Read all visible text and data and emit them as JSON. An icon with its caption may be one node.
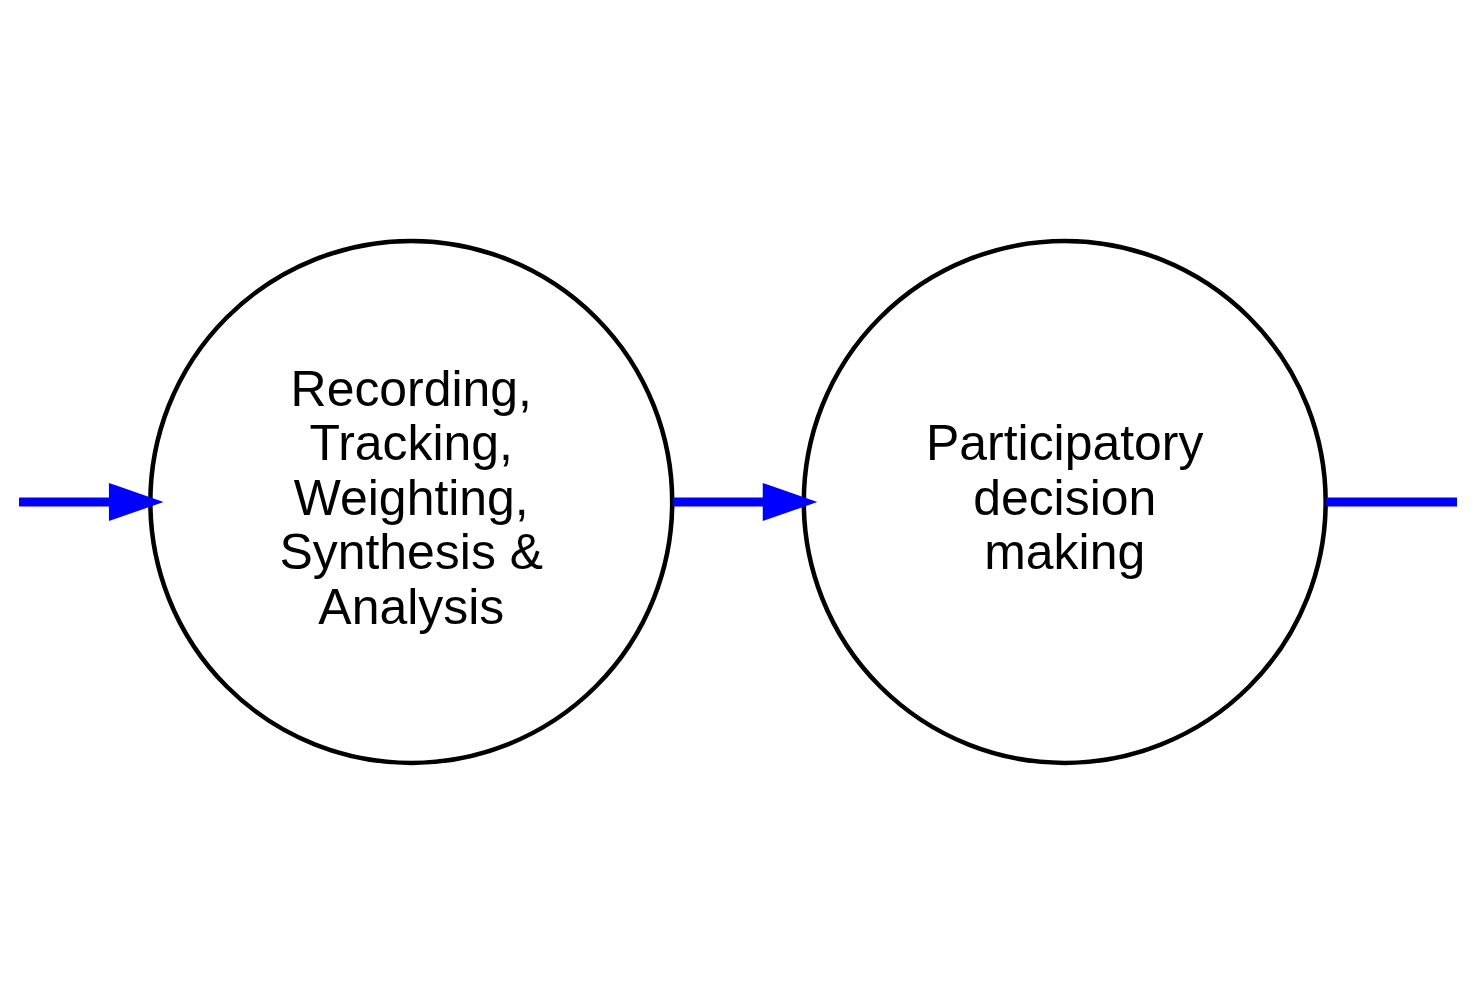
{
  "diagram": {
    "nodes": [
      {
        "text": [
          "Recording, Tracking, Weighting, Synthesis & Analysis"
        ]
      },
      {
        "text": [
          "Participatory decision making"
        ]
      }
    ],
    "edges": [
      {
        "from": null,
        "to": 0,
        "arrow": "to"
      },
      {
        "from": 0,
        "to": 1,
        "arrow": "to"
      },
      {
        "from": 1,
        "to": null,
        "arrow": "none"
      }
    ]
  }
}
